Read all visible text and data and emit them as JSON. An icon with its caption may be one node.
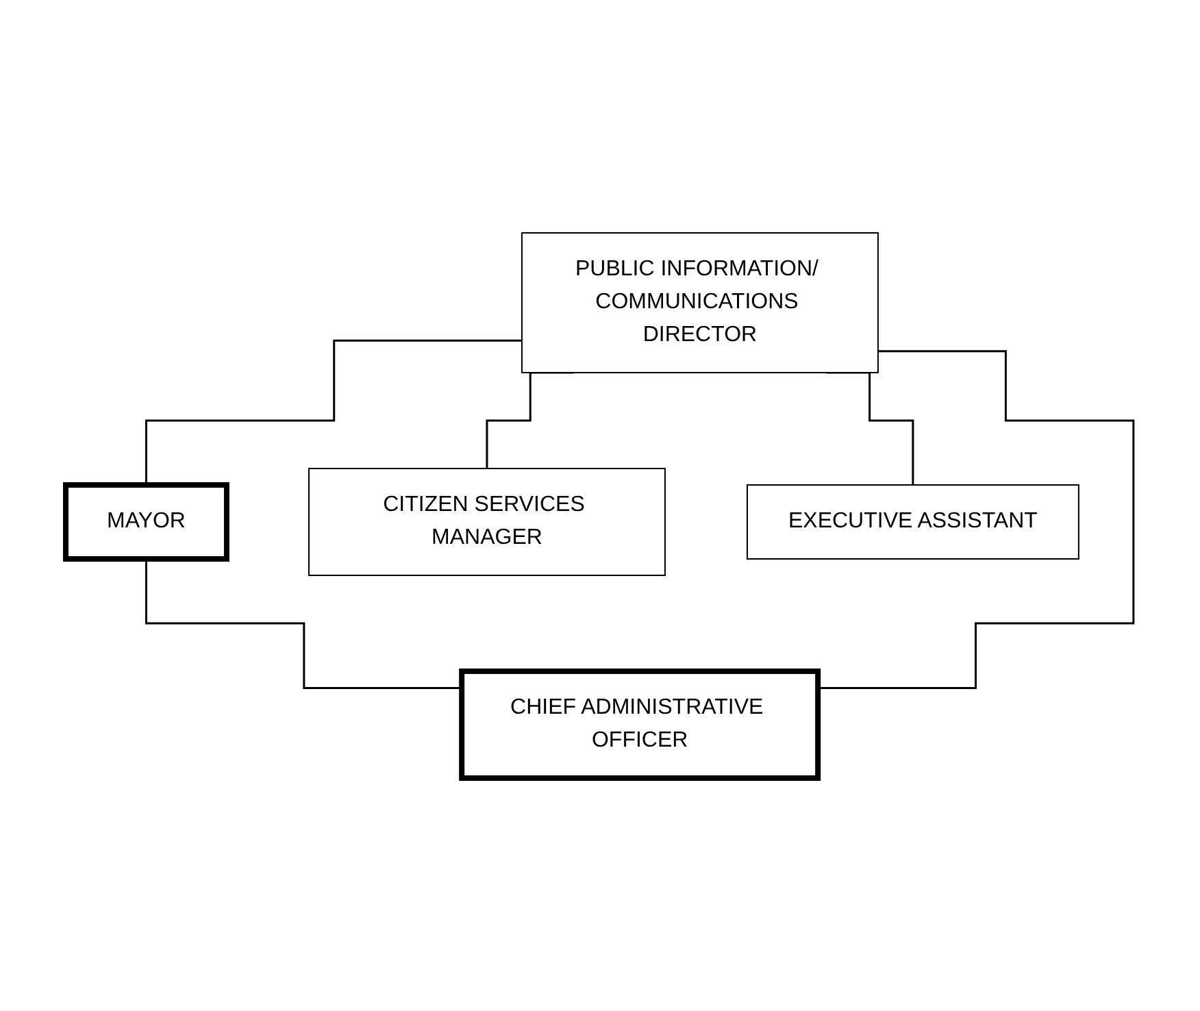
{
  "diagram": {
    "nodes": [
      {
        "text": [
          "MAYOR"
        ]
      },
      {
        "text": [
          "PUBLIC INFORMATION/ COMMUNICATIONS DIRECTOR"
        ]
      },
      {
        "text": [
          "CHIEF ADMINISTRATIVE OFFICER"
        ]
      },
      {
        "text": [
          "CITIZEN SERVICES MANAGER"
        ]
      },
      {
        "text": [
          "EXECUTIVE ASSISTANT"
        ]
      }
    ],
    "edges": [
      {
        "from": 0,
        "to": 2,
        "arrow": "none"
      },
      {
        "from": 1,
        "to": 0,
        "arrow": "none"
      },
      {
        "from": 1,
        "to": 2,
        "arrow": "none"
      },
      {
        "from": 1,
        "to": 3,
        "arrow": "none"
      },
      {
        "from": 1,
        "to": 4,
        "arrow": "none"
      }
    ]
  }
}
